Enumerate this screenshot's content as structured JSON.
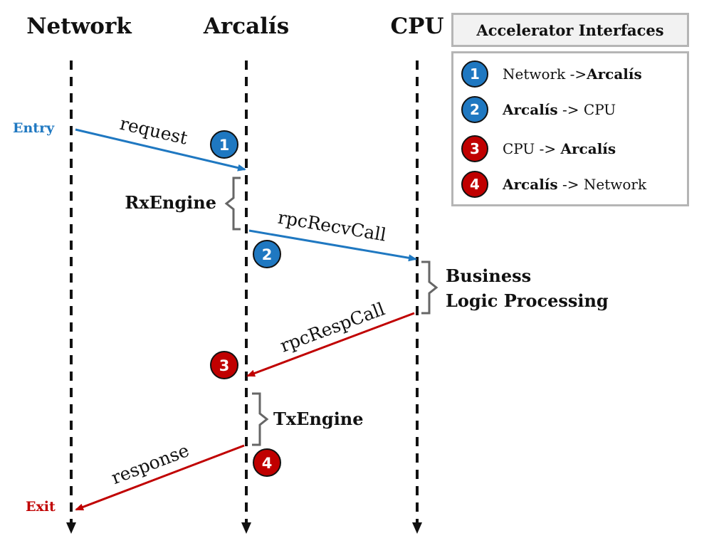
{
  "lanes": [
    {
      "id": "network",
      "label": "Network"
    },
    {
      "id": "arcalis",
      "label": "Arcalís"
    },
    {
      "id": "cpu",
      "label": "CPU"
    }
  ],
  "endpoints": {
    "entry": "Entry",
    "exit": "Exit"
  },
  "messages": [
    {
      "id": "request",
      "label": "request",
      "from": "network",
      "to": "arcalis",
      "color": "#1f78c1",
      "step": "1"
    },
    {
      "id": "rpcRecvCall",
      "label": "rpcRecvCall",
      "from": "arcalis",
      "to": "cpu",
      "color": "#1f78c1",
      "step": "2"
    },
    {
      "id": "rpcRespCall",
      "label": "rpcRespCall",
      "from": "cpu",
      "to": "arcalis",
      "color": "#c00000",
      "step": "3"
    },
    {
      "id": "response",
      "label": "response",
      "from": "arcalis",
      "to": "network",
      "color": "#c00000",
      "step": "4"
    }
  ],
  "phases": {
    "rx": "RxEngine",
    "business_line1": "Business",
    "business_line2": "Logic Processing",
    "tx": "TxEngine"
  },
  "legend": {
    "title": "Accelerator Interfaces",
    "items": [
      {
        "num": "1",
        "color": "#1f78c1",
        "before": "Network -> ",
        "bold": "Arcalís",
        "after": ""
      },
      {
        "num": "2",
        "color": "#1f78c1",
        "before": "",
        "bold": "Arcalís",
        "after": " -> CPU"
      },
      {
        "num": "3",
        "color": "#c00000",
        "before": "CPU -> ",
        "bold": "Arcalís",
        "after": ""
      },
      {
        "num": "4",
        "color": "#c00000",
        "before": "",
        "bold": "Arcalís",
        "after": " -> Network"
      }
    ]
  },
  "colors": {
    "blue": "#1f78c1",
    "red": "#c00000",
    "lifeline": "#111111",
    "bracket": "#666666"
  }
}
